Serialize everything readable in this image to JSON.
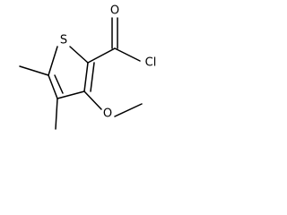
{
  "molecule": {
    "atoms": {
      "sulfur": "S",
      "carbonyl_oxygen": "O",
      "chlorine": "Cl",
      "methoxy_oxygen": "O"
    }
  }
}
